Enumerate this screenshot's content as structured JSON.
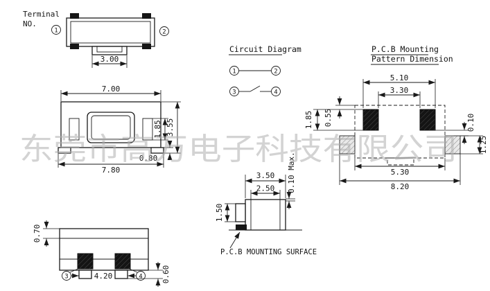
{
  "watermark": {
    "text": "东莞市高万电子科技有限公司"
  },
  "top_view": {
    "label_line1": "Terminal",
    "label_line2": "NO.",
    "terminal_1": "1",
    "terminal_2": "2",
    "dim_button_width": "3.00"
  },
  "front_view": {
    "dim_body_width": "7.00",
    "dim_body_height": "3.55",
    "dim_inner_height": "1.85",
    "dim_foot_height": "0.80",
    "dim_overall_width": "7.80"
  },
  "circuit_diagram": {
    "title": "Circuit Diagram",
    "terminal_1": "1",
    "terminal_2": "2",
    "terminal_3": "3",
    "terminal_4": "4"
  },
  "pcb_pattern": {
    "title_line1": "P.C.B Mounting",
    "title_line2": "Pattern Dimension",
    "dim_pad_span": "5.10",
    "dim_pad_gap": "3.30",
    "dim_pad_top_offset": "0.55",
    "dim_pad_height": "1.85",
    "dim_edge_gap": "0.10",
    "dim_side_pad_height": "1.25",
    "dim_inner_span": "5.30",
    "dim_overall_span": "8.20"
  },
  "side_view": {
    "dim_depth": "3.50",
    "dim_body_depth": "2.50",
    "dim_button_height": "1.50",
    "dim_standoff": "0.10 Max.",
    "mounting_surface_label": "P.C.B MOUNTING SURFACE"
  },
  "bottom_view": {
    "dim_top_band": "0.70",
    "dim_pad_span": "4.20",
    "dim_pad_protrusion": "0.60",
    "terminal_3": "3",
    "terminal_4": "4"
  }
}
